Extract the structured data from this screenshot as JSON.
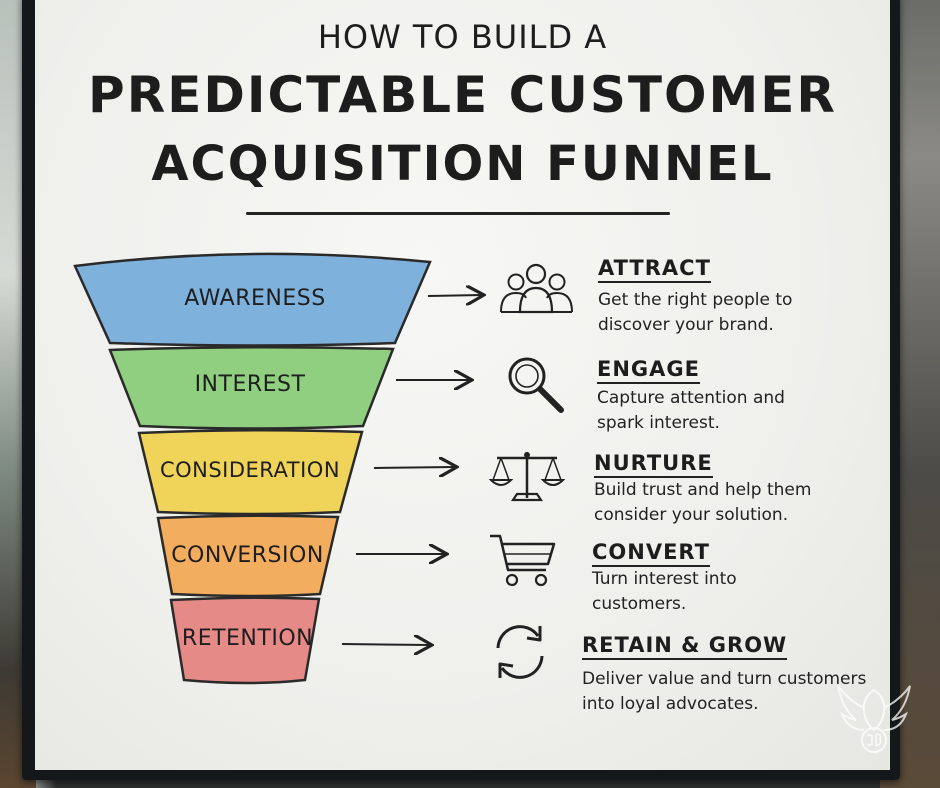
{
  "title": {
    "line1": "HOW TO BUILD A",
    "line2": "PREDICTABLE CUSTOMER",
    "line3": "ACQUISITION FUNNEL"
  },
  "stages": [
    {
      "label": "AWARENESS",
      "color": "#7fb1dd",
      "heading": "ATTRACT",
      "desc1": "Get the right people to",
      "desc2": "discover your brand.",
      "icon": "people-group-icon"
    },
    {
      "label": "INTEREST",
      "color": "#8fcf7f",
      "heading": "ENGAGE",
      "desc1": "Capture attention and",
      "desc2": "spark interest.",
      "icon": "magnifying-glass-icon"
    },
    {
      "label": "CONSIDERATION",
      "color": "#f0d45a",
      "heading": "NURTURE",
      "desc1": "Build trust and help them",
      "desc2": "consider your solution.",
      "icon": "balance-scale-icon"
    },
    {
      "label": "CONVERSION",
      "color": "#f2ad5e",
      "heading": "CONVERT",
      "desc1": "Turn interest into",
      "desc2": "customers.",
      "icon": "shopping-cart-icon"
    },
    {
      "label": "RETENTION",
      "color": "#e58a86",
      "heading": "RETAIN & GROW",
      "desc1": "Deliver value and turn customers",
      "desc2": "into loyal advocates.",
      "icon": "refresh-cycle-icon"
    }
  ]
}
